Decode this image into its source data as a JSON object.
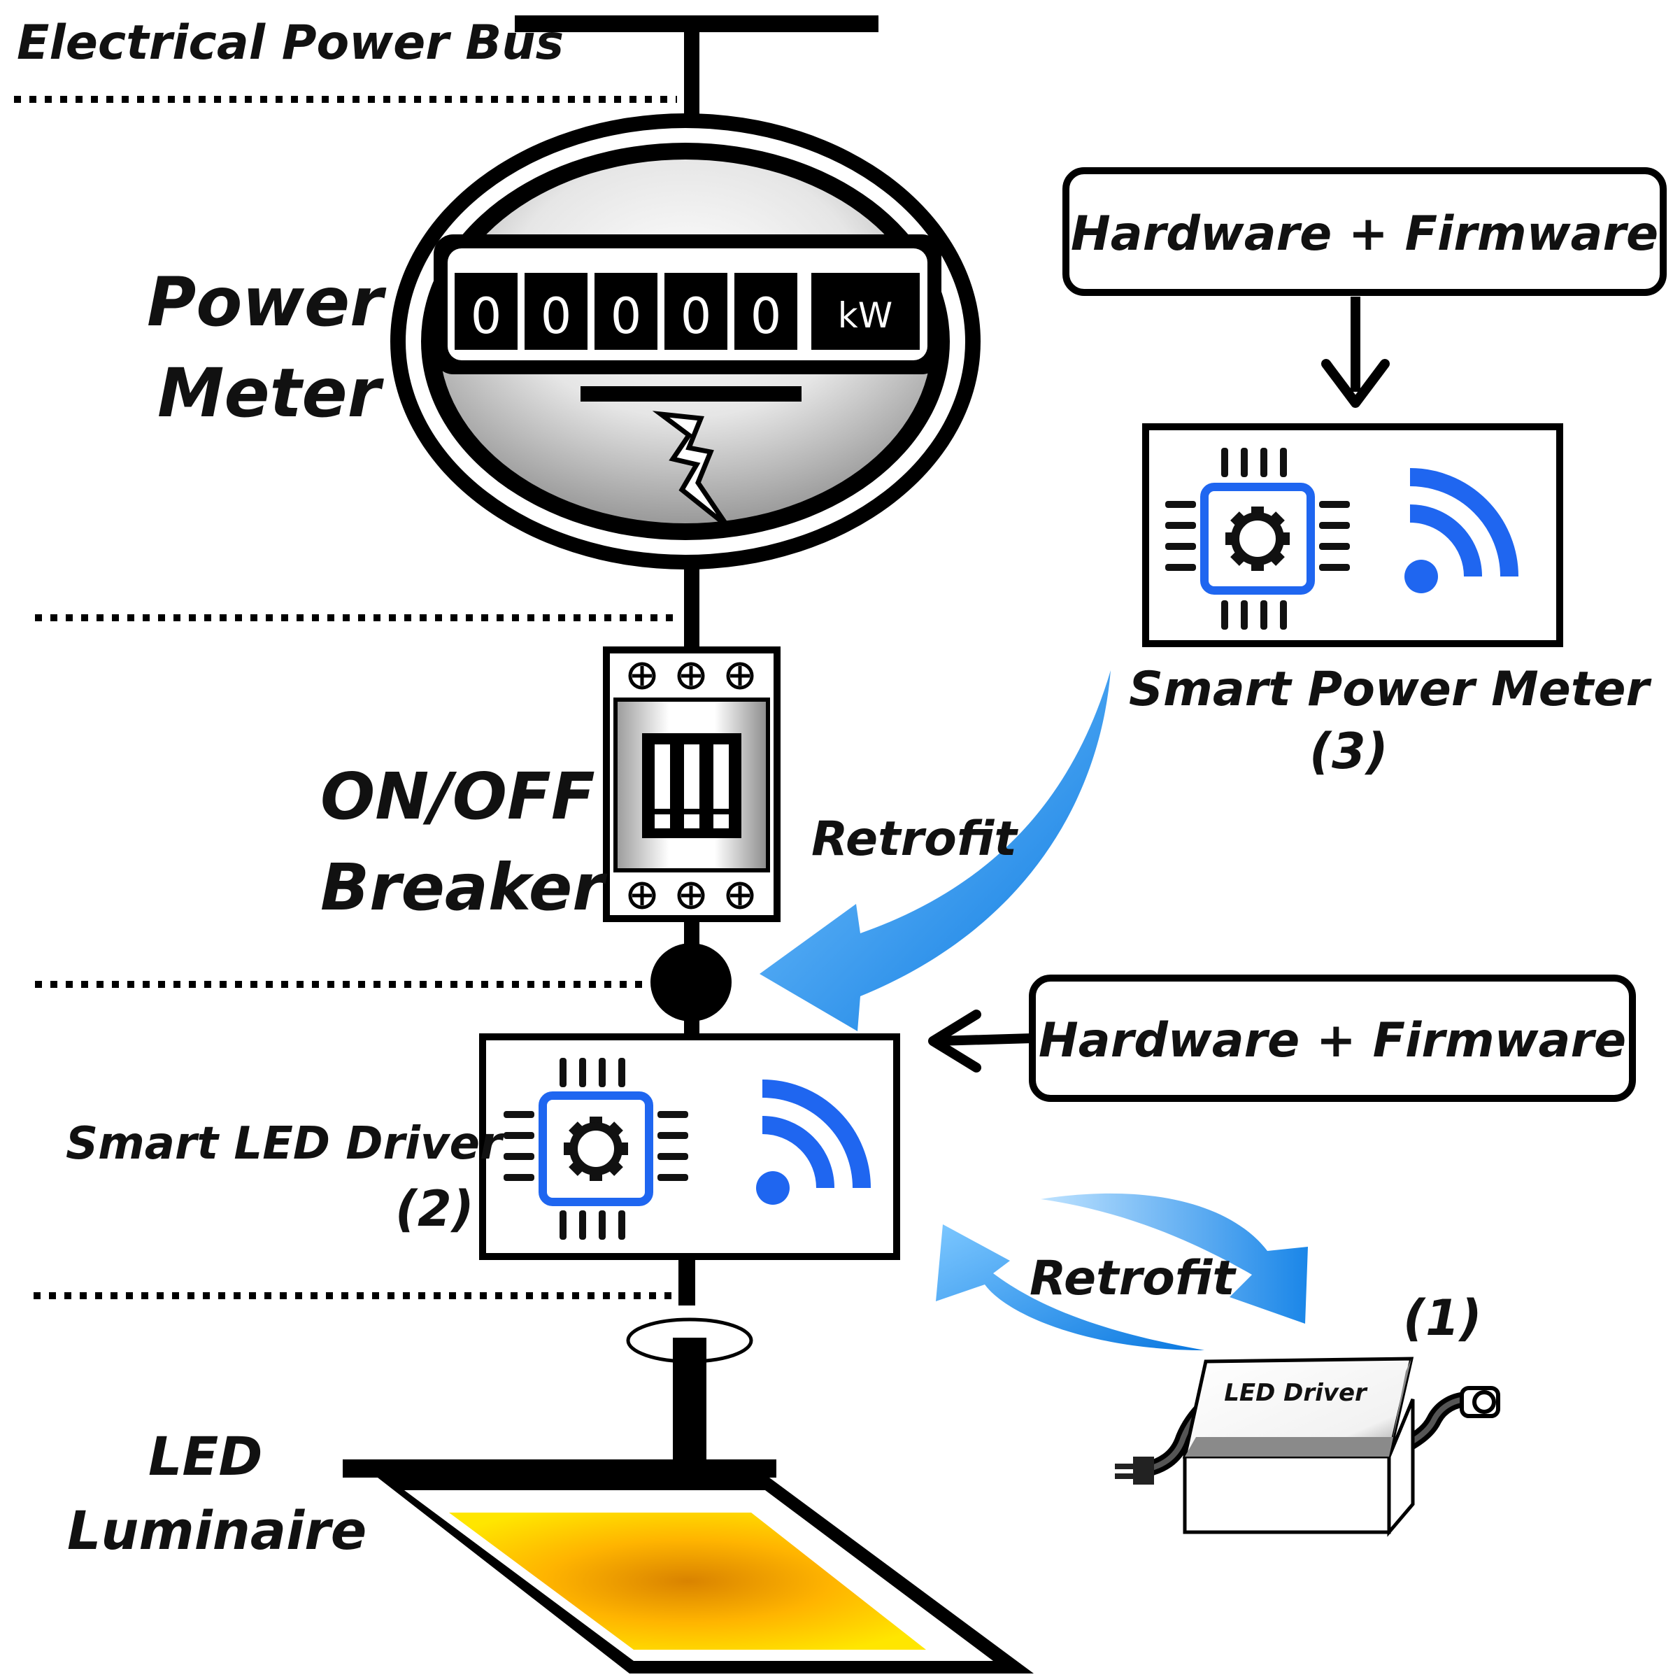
{
  "labels": {
    "bus": "Electrical Power Bus",
    "power_meter_line1": "Power",
    "power_meter_line2": "Meter",
    "breaker_line1": "ON/OFF",
    "breaker_line2": "Breaker",
    "smart_led_driver": "Smart LED Driver",
    "smart_led_driver_num": "(2)",
    "led_luminaire_line1": "LED",
    "led_luminaire_line2": "Luminaire",
    "smart_power_meter": "Smart Power Meter",
    "smart_power_meter_num": "(3)",
    "hw_fw_top": "Hardware + Firmware",
    "hw_fw_bottom": "Hardware + Firmware",
    "retrofit_top": "Retrofit",
    "retrofit_bottom": "Retrofit",
    "led_driver_num": "(1)",
    "led_driver_box": "LED Driver"
  },
  "meter_display": {
    "digits": [
      "0",
      "0",
      "0",
      "0",
      "0"
    ],
    "unit": "kW"
  },
  "colors": {
    "accent_blue": "#1f66f0",
    "arrow_blue": "#1e90e8",
    "panel_yellow": "#ffd400",
    "panel_orange": "#e08a00",
    "line": "#000000"
  }
}
